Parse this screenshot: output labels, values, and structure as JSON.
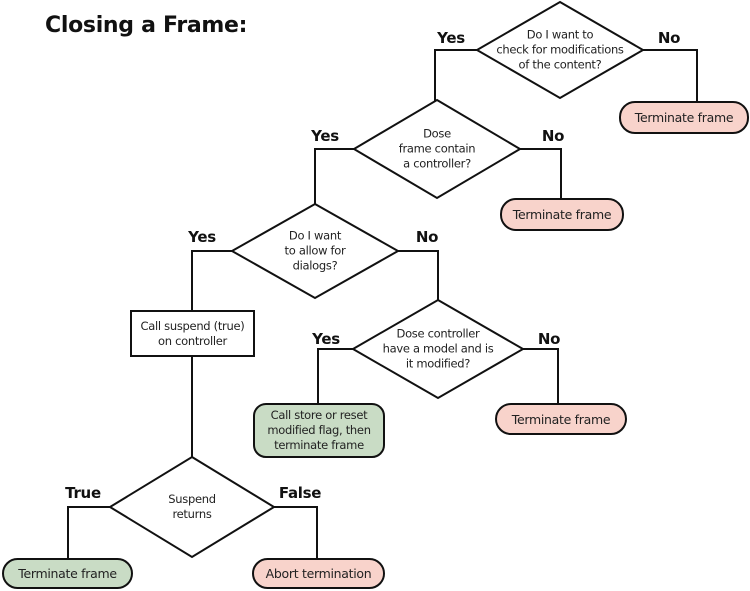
{
  "title": "Closing a Frame:",
  "decisions": {
    "check_modifications": {
      "text": [
        "Do I want to",
        "check for modifications",
        "of the content?"
      ],
      "yes": "Yes",
      "no": "No"
    },
    "frame_controller": {
      "text": [
        "Dose",
        "frame contain",
        "a controller?"
      ],
      "yes": "Yes",
      "no": "No"
    },
    "allow_dialogs": {
      "text": [
        "Do I want",
        "to allow for",
        "dialogs?"
      ],
      "yes": "Yes",
      "no": "No"
    },
    "model_modified": {
      "text": [
        "Dose controller",
        "have a model and is",
        "it modified?"
      ],
      "yes": "Yes",
      "no": "No"
    },
    "suspend_returns": {
      "text": [
        "Suspend",
        "returns"
      ],
      "yes": "True",
      "no": "False"
    }
  },
  "process": {
    "call_suspend": {
      "text": [
        "Call suspend (true)",
        "on controller"
      ]
    }
  },
  "terminals": {
    "terminate_top": {
      "label": "Terminate frame",
      "type": "pink"
    },
    "terminate_mid": {
      "label": "Terminate frame",
      "type": "pink"
    },
    "terminate_right": {
      "label": "Terminate frame",
      "type": "pink"
    },
    "store_reset": {
      "text": [
        "Call store or reset",
        "modified flag, then",
        "terminate frame"
      ],
      "type": "green"
    },
    "terminate_success": {
      "label": "Terminate frame",
      "type": "green"
    },
    "abort_termination": {
      "label": "Abort termination",
      "type": "pink"
    }
  },
  "colors": {
    "terminate_fill": "#f8d3cb",
    "success_fill": "#c9dcc5",
    "node_fill": "#ffffff",
    "stroke": "#111111",
    "text": "#222222",
    "background": "#ffffff"
  }
}
